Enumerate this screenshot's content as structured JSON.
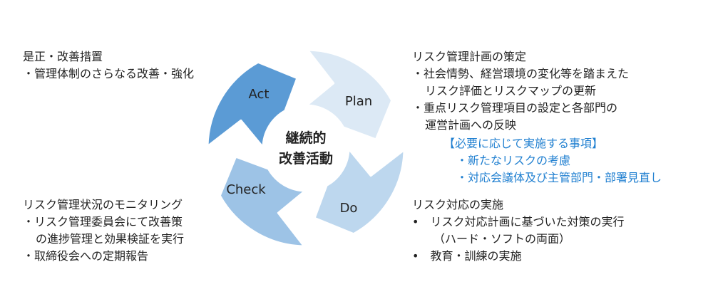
{
  "cycle": {
    "center": [
      "継続的",
      "改善活動"
    ],
    "phases": [
      {
        "id": "act",
        "label": "Act",
        "color": "#5b9bd5"
      },
      {
        "id": "plan",
        "label": "Plan",
        "color": "#dce9f5"
      },
      {
        "id": "do",
        "label": "Do",
        "color": "#bdd7ee"
      },
      {
        "id": "check",
        "label": "Check",
        "color": "#9dc3e6"
      }
    ]
  },
  "act_text": {
    "heading": "是正・改善措置",
    "items": [
      "・管理体制のさらなる改善・強化"
    ]
  },
  "plan_text": {
    "heading": "リスク管理計画の策定",
    "items": [
      "・社会情勢、経営環境の変化等を踏まえた",
      "リスク評価とリスクマップの更新",
      "・重点リスク管理項目の設定と各部門の",
      "運営計画への反映"
    ]
  },
  "plan_extra": {
    "heading": "【必要に応じて実施する事項】",
    "items": [
      "・新たなリスクの考慮",
      "・対応会議体及び主管部門・部署見直し"
    ]
  },
  "check_text": {
    "heading": "リスク管理状況のモニタリング",
    "items": [
      "・リスク管理委員会にて改善策",
      "の進捗管理と効果検証を実行",
      "・取締役会への定期報告"
    ]
  },
  "do_text": {
    "heading": "リスク対応の実施",
    "items": [
      "•　リスク対応計画に基づいた対策の実行",
      "（ハード・ソフトの両面）",
      "•　教育・訓練の実施"
    ]
  }
}
